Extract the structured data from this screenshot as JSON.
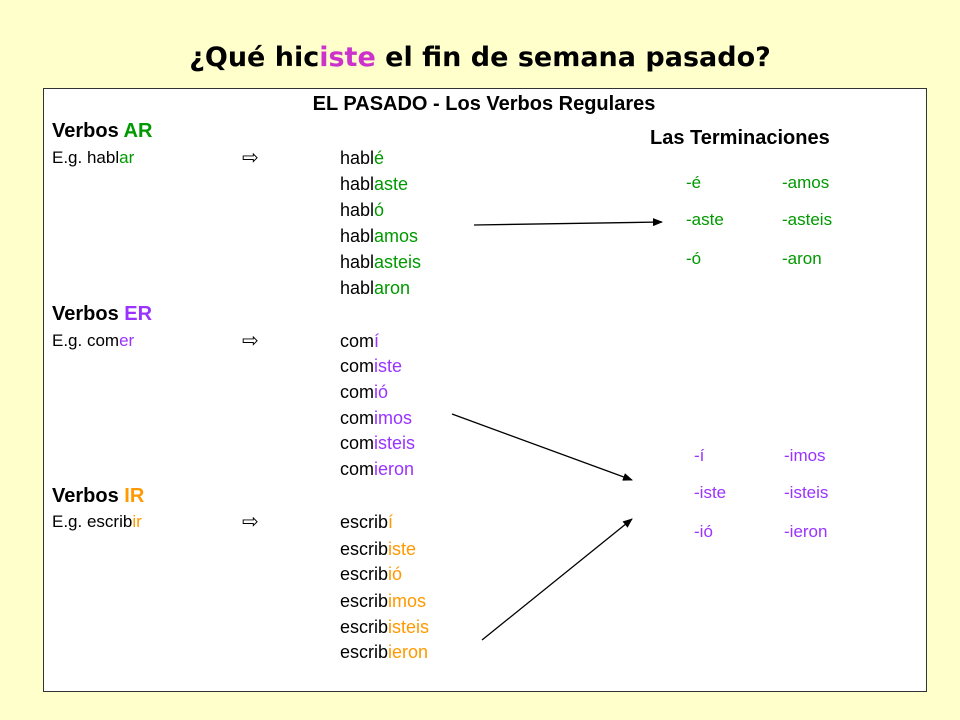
{
  "colors": {
    "ar": "#009900",
    "er": "#9933ff",
    "ir": "#ff9900",
    "title_accent": "#cc33cc",
    "background": "#ffffcc",
    "panel": "#ffffff"
  },
  "title": {
    "prefix": "¿Qué hic",
    "accent": "iste",
    "suffix": " el fin de semana pasado?"
  },
  "subtitle": "EL PASADO  - Los Verbos Regulares",
  "endings_title": "Las Terminaciones",
  "arrow_glyph": "⇨",
  "groups": [
    {
      "key": "ar",
      "heading": {
        "label": "Verbos ",
        "type": "AR"
      },
      "example": {
        "prefix": "E.g. habl",
        "ending": "ar"
      },
      "forms": [
        {
          "stem": "habl",
          "ending": "é"
        },
        {
          "stem": "habl",
          "ending": "aste"
        },
        {
          "stem": "habl",
          "ending": "ó"
        },
        {
          "stem": "habl",
          "ending": "amos"
        },
        {
          "stem": "habl",
          "ending": "asteis"
        },
        {
          "stem": "habl",
          "ending": "aron"
        }
      ]
    },
    {
      "key": "er",
      "heading": {
        "label": "Verbos ",
        "type": "ER"
      },
      "example": {
        "prefix": "E.g. com",
        "ending": "er"
      },
      "forms": [
        {
          "stem": "com",
          "ending": "í"
        },
        {
          "stem": "com",
          "ending": "iste"
        },
        {
          "stem": "com",
          "ending": "ió"
        },
        {
          "stem": "com",
          "ending": "imos"
        },
        {
          "stem": "com",
          "ending": "isteis"
        },
        {
          "stem": "com",
          "ending": "ieron"
        }
      ]
    },
    {
      "key": "ir",
      "heading": {
        "label": "Verbos ",
        "type": "IR"
      },
      "example": {
        "prefix": "E.g. escrib",
        "ending": "ir"
      },
      "forms": [
        {
          "stem": "escrib",
          "ending": "í"
        },
        {
          "stem": "escrib",
          "ending": "iste"
        },
        {
          "stem": "escrib",
          "ending": "ió"
        },
        {
          "stem": "escrib",
          "ending": "imos"
        },
        {
          "stem": "escrib",
          "ending": "isteis"
        },
        {
          "stem": "escrib",
          "ending": "ieron"
        }
      ]
    }
  ],
  "endings_ar": [
    [
      "-é",
      "-amos"
    ],
    [
      "-aste",
      "-asteis"
    ],
    [
      "-ó",
      "-aron"
    ]
  ],
  "endings_er_ir": [
    [
      "-í",
      "-imos"
    ],
    [
      "-iste",
      "-isteis"
    ],
    [
      "-ió",
      "-ieron"
    ]
  ]
}
